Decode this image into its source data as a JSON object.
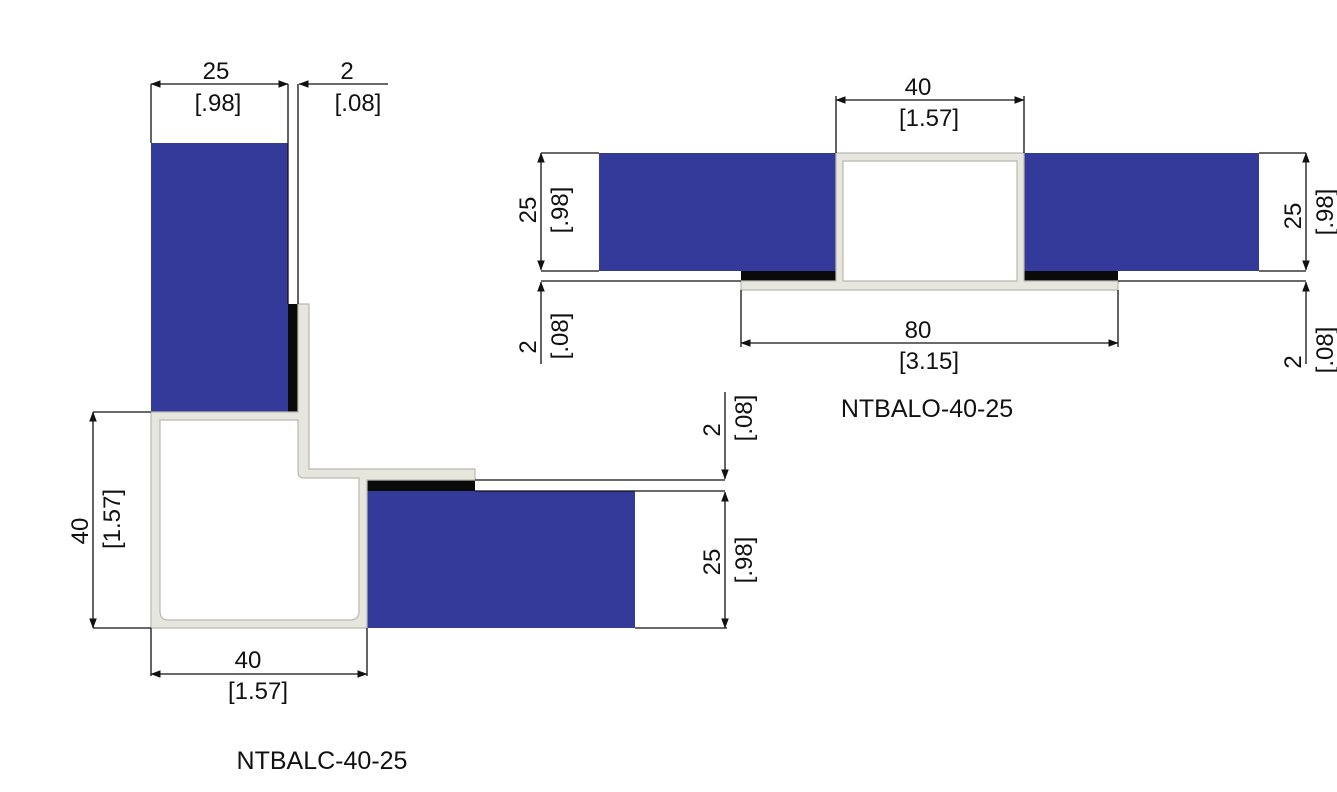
{
  "colors": {
    "panel": "#333a99",
    "gasket": "#0a0a0a",
    "profile": "#e6e6df",
    "line": "#111111"
  },
  "corner": {
    "caption": "NTBALC-40-25",
    "dim_top_panel": {
      "mm": "25",
      "in": "[.98]"
    },
    "dim_top_gap": {
      "mm": "2",
      "in": "[.08]"
    },
    "dim_left_height": {
      "mm": "40",
      "in": "[1.57]"
    },
    "dim_bottom_width": {
      "mm": "40",
      "in": "[1.57]"
    },
    "dim_right_gap": {
      "mm": "2",
      "in": "[.08]"
    },
    "dim_right_panel": {
      "mm": "25",
      "in": "[.98]"
    }
  },
  "straight": {
    "caption": "NTBALO-40-25",
    "dim_top_width": {
      "mm": "40",
      "in": "[1.57]"
    },
    "dim_bottom_width": {
      "mm": "80",
      "in": "[3.15]"
    },
    "dim_left_panel": {
      "mm": "25",
      "in": "[.98]"
    },
    "dim_left_gap": {
      "mm": "2",
      "in": "[.08]"
    },
    "dim_right_panel": {
      "mm": "25",
      "in": "[.98]"
    },
    "dim_right_gap": {
      "mm": "2",
      "in": "[.08]"
    }
  }
}
